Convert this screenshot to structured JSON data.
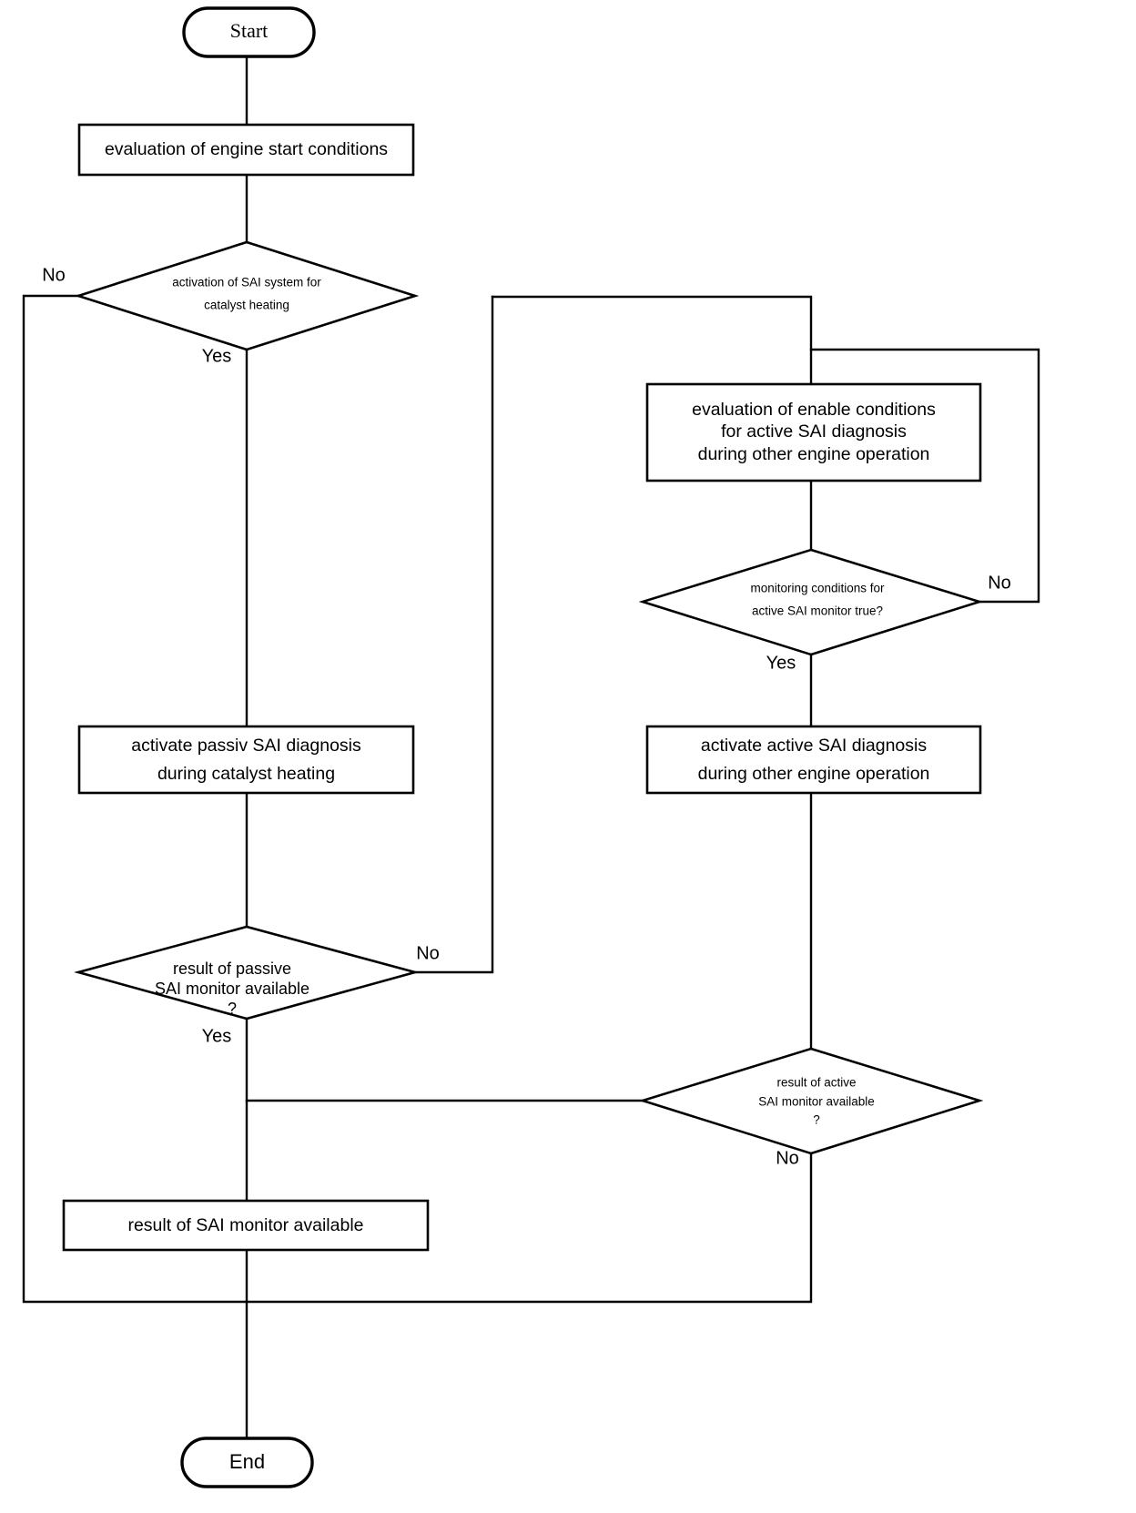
{
  "diagram": {
    "title": "SAI monitor activation flowchart",
    "background_color": "#ffffff",
    "line_color": "#000000"
  },
  "nodes": {
    "start": {
      "label": "Start",
      "shape": "terminator"
    },
    "end": {
      "label": "End",
      "shape": "terminator"
    },
    "eval_start_conditions": {
      "shape": "process",
      "lines": [
        "evaluation of engine start conditions"
      ]
    },
    "activation_sai_decision": {
      "shape": "decision",
      "lines": [
        "activation of SAI system for",
        "catalyst heating"
      ]
    },
    "eval_enable_conditions": {
      "shape": "process",
      "lines": [
        "evaluation of enable conditions",
        "for active SAI diagnosis",
        "during other engine operation"
      ]
    },
    "monitoring_conditions_decision": {
      "shape": "decision",
      "lines": [
        "monitoring conditions for",
        "active SAI monitor true?"
      ]
    },
    "activate_passive": {
      "shape": "process",
      "lines": [
        "activate passiv SAI diagnosis",
        "during catalyst heating"
      ]
    },
    "activate_active": {
      "shape": "process",
      "lines": [
        "activate active SAI diagnosis",
        "during other engine operation"
      ]
    },
    "result_passive_decision": {
      "shape": "decision",
      "lines": [
        "result of passive",
        "SAI monitor available",
        "?"
      ]
    },
    "result_active_decision": {
      "shape": "decision",
      "lines": [
        "result of active",
        "SAI monitor available",
        "?"
      ]
    },
    "result_available": {
      "shape": "process",
      "lines": [
        "result of SAI monitor available"
      ]
    }
  },
  "edge_labels": {
    "activation_no": "No",
    "activation_yes": "Yes",
    "monitoring_no": "No",
    "monitoring_yes": "Yes",
    "result_passive_no": "No",
    "result_passive_yes": "Yes",
    "result_active_no": "No"
  }
}
